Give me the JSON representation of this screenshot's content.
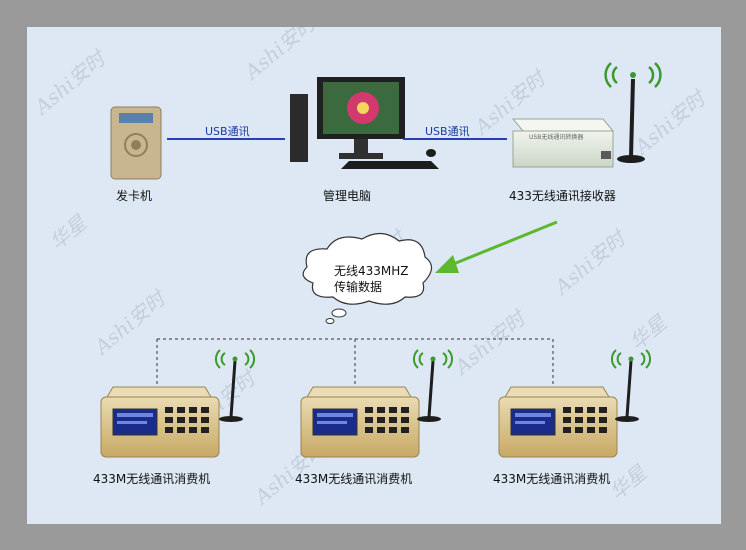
{
  "diagram": {
    "top_devices": {
      "card_issuer": "发卡机",
      "computer": "管理电脑",
      "receiver": "433无线通讯接收器"
    },
    "links": {
      "usb_left": "USB通讯",
      "usb_right": "USB通讯"
    },
    "receiver_box_text": "USB无线通讯转换器",
    "cloud": {
      "line1": "无线433MHZ",
      "line2": "传输数据"
    },
    "terminals": [
      {
        "label": "433M无线通讯消费机"
      },
      {
        "label": "433M无线通讯消费机"
      },
      {
        "label": "433M无线通讯消费机"
      }
    ],
    "watermark": "Ashi安时",
    "colors": {
      "background": "#dde8f4",
      "frame": "#9a9a9a",
      "usb_line": "#2a3fb0",
      "arrow": "#5cb82e",
      "terminal_body": "#d7bf88"
    }
  }
}
